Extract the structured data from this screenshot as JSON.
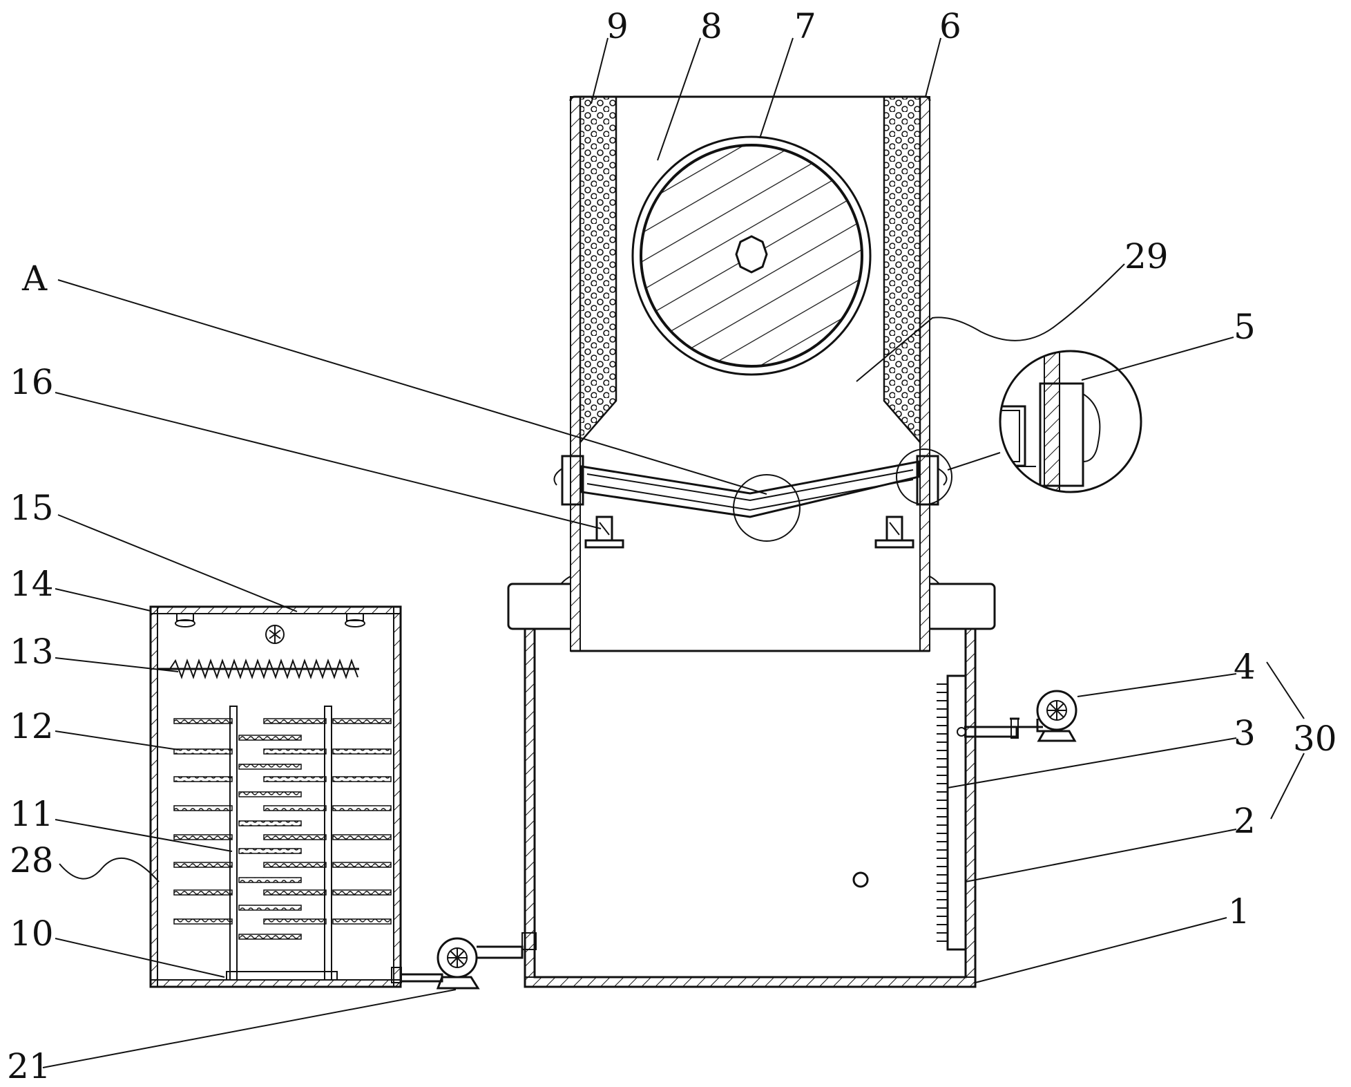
{
  "figure": {
    "callouts": [
      {
        "id": "c9",
        "text": "9"
      },
      {
        "id": "c8",
        "text": "8"
      },
      {
        "id": "c7",
        "text": "7"
      },
      {
        "id": "c6",
        "text": "6"
      },
      {
        "id": "cA",
        "text": "A"
      },
      {
        "id": "c29",
        "text": "29"
      },
      {
        "id": "c5",
        "text": "5"
      },
      {
        "id": "c16",
        "text": "16"
      },
      {
        "id": "c15",
        "text": "15"
      },
      {
        "id": "c14",
        "text": "14"
      },
      {
        "id": "c13",
        "text": "13"
      },
      {
        "id": "c12",
        "text": "12"
      },
      {
        "id": "c11",
        "text": "11"
      },
      {
        "id": "c28",
        "text": "28"
      },
      {
        "id": "c10",
        "text": "10"
      },
      {
        "id": "c21",
        "text": "21"
      },
      {
        "id": "c4",
        "text": "4"
      },
      {
        "id": "c3",
        "text": "3"
      },
      {
        "id": "c30",
        "text": "30"
      },
      {
        "id": "c2",
        "text": "2"
      },
      {
        "id": "c1",
        "text": "1"
      }
    ]
  }
}
